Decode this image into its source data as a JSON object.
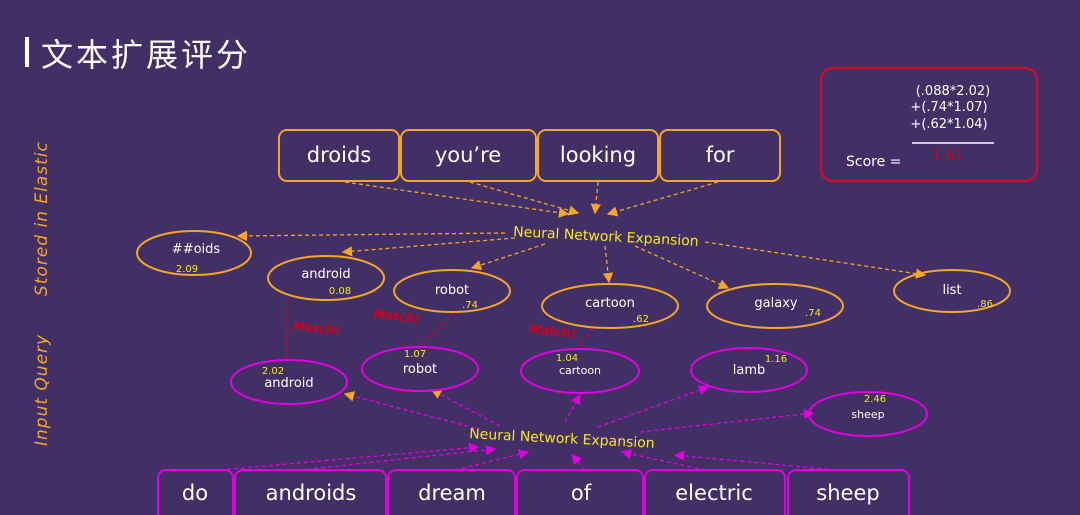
{
  "title": "文本扩展评分",
  "side_labels": {
    "stored": "Stored in Elastic",
    "input": "Input Query"
  },
  "stored_words": [
    "droids",
    "you’re",
    "looking",
    "for"
  ],
  "expansion_label_top": "Neural Network Expansion",
  "expansion_label_bottom": "Neural Network Expansion",
  "stored_expansions": [
    {
      "term": "##oids",
      "weight": "2.09"
    },
    {
      "term": "android",
      "weight": "0.08"
    },
    {
      "term": "robot",
      "weight": ".74"
    },
    {
      "term": "cartoon",
      "weight": ".62"
    },
    {
      "term": "galaxy",
      "weight": ".74"
    },
    {
      "term": "list",
      "weight": ".86"
    }
  ],
  "query_expansions": [
    {
      "term": "android",
      "weight": "2.02"
    },
    {
      "term": "robot",
      "weight": "1.07"
    },
    {
      "term": "cartoon",
      "weight": "1.04"
    },
    {
      "term": "lamb",
      "weight": "1.16"
    },
    {
      "term": "sheep",
      "weight": "2.46"
    }
  ],
  "match_label": "Match!",
  "query_words": [
    "do",
    "androids",
    "dream",
    "of",
    "electric",
    "sheep"
  ],
  "score_box": {
    "line1": "(.088*2.02)",
    "line2": "+(.74*1.07)",
    "line3": "+(.62*1.04)",
    "label": "Score =",
    "value": "1.61"
  },
  "colors": {
    "background": "#412f66",
    "orange": "#f5a623",
    "magenta": "#e000e0",
    "yellow": "#f8e71c",
    "red": "#d0021b",
    "score_border": "#c8102e"
  }
}
